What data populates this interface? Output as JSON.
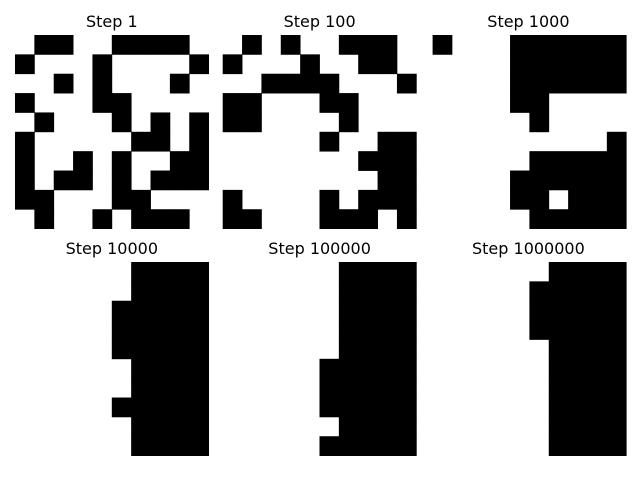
{
  "colors": {
    "filled": "#000000",
    "empty": "#ffffff",
    "background": "#ffffff"
  },
  "chart_data": [
    {
      "type": "heatmap",
      "title": "Step 1",
      "rows": 10,
      "cols": 10,
      "grid": [
        [
          0,
          1,
          1,
          0,
          0,
          1,
          1,
          1,
          1,
          0
        ],
        [
          1,
          0,
          0,
          0,
          1,
          0,
          0,
          0,
          0,
          1
        ],
        [
          0,
          0,
          1,
          0,
          1,
          0,
          0,
          0,
          1,
          0
        ],
        [
          1,
          0,
          0,
          0,
          1,
          1,
          0,
          0,
          0,
          0
        ],
        [
          0,
          1,
          0,
          0,
          0,
          1,
          0,
          1,
          0,
          1
        ],
        [
          1,
          0,
          0,
          0,
          0,
          0,
          1,
          1,
          0,
          1
        ],
        [
          1,
          0,
          0,
          1,
          0,
          1,
          0,
          0,
          1,
          1
        ],
        [
          1,
          0,
          1,
          1,
          0,
          1,
          0,
          1,
          1,
          1
        ],
        [
          1,
          1,
          0,
          0,
          0,
          1,
          1,
          0,
          0,
          0
        ],
        [
          0,
          1,
          0,
          0,
          1,
          0,
          1,
          1,
          1,
          0
        ]
      ]
    },
    {
      "type": "heatmap",
      "title": "Step 100",
      "rows": 10,
      "cols": 10,
      "grid": [
        [
          0,
          1,
          0,
          1,
          0,
          0,
          1,
          1,
          1,
          0
        ],
        [
          1,
          0,
          0,
          0,
          1,
          0,
          0,
          1,
          1,
          0
        ],
        [
          0,
          0,
          1,
          1,
          1,
          1,
          0,
          0,
          0,
          1
        ],
        [
          1,
          1,
          0,
          0,
          0,
          1,
          1,
          0,
          0,
          0
        ],
        [
          1,
          1,
          0,
          0,
          0,
          0,
          1,
          0,
          0,
          0
        ],
        [
          0,
          0,
          0,
          0,
          0,
          1,
          0,
          0,
          1,
          1
        ],
        [
          0,
          0,
          0,
          0,
          0,
          0,
          0,
          1,
          1,
          1
        ],
        [
          0,
          0,
          0,
          0,
          0,
          0,
          0,
          0,
          1,
          1
        ],
        [
          1,
          0,
          0,
          0,
          0,
          1,
          0,
          1,
          1,
          1
        ],
        [
          1,
          1,
          0,
          0,
          0,
          1,
          1,
          1,
          0,
          1
        ]
      ]
    },
    {
      "type": "heatmap",
      "title": "Step 1000",
      "rows": 10,
      "cols": 10,
      "grid": [
        [
          1,
          0,
          0,
          0,
          1,
          1,
          1,
          1,
          1,
          1
        ],
        [
          0,
          0,
          0,
          0,
          1,
          1,
          1,
          1,
          1,
          1
        ],
        [
          0,
          0,
          0,
          0,
          1,
          1,
          1,
          1,
          1,
          1
        ],
        [
          0,
          0,
          0,
          0,
          1,
          1,
          0,
          0,
          0,
          0
        ],
        [
          0,
          0,
          0,
          0,
          0,
          1,
          0,
          0,
          0,
          0
        ],
        [
          0,
          0,
          0,
          0,
          0,
          0,
          0,
          0,
          0,
          1
        ],
        [
          0,
          0,
          0,
          0,
          0,
          1,
          1,
          1,
          1,
          1
        ],
        [
          0,
          0,
          0,
          0,
          1,
          1,
          1,
          1,
          1,
          1
        ],
        [
          0,
          0,
          0,
          0,
          1,
          1,
          0,
          1,
          1,
          1
        ],
        [
          0,
          0,
          0,
          0,
          0,
          1,
          1,
          1,
          1,
          1
        ]
      ]
    },
    {
      "type": "heatmap",
      "title": "Step 10000",
      "rows": 10,
      "cols": 10,
      "grid": [
        [
          0,
          0,
          0,
          0,
          0,
          0,
          1,
          1,
          1,
          1
        ],
        [
          0,
          0,
          0,
          0,
          0,
          0,
          1,
          1,
          1,
          1
        ],
        [
          0,
          0,
          0,
          0,
          0,
          1,
          1,
          1,
          1,
          1
        ],
        [
          0,
          0,
          0,
          0,
          0,
          1,
          1,
          1,
          1,
          1
        ],
        [
          0,
          0,
          0,
          0,
          0,
          1,
          1,
          1,
          1,
          1
        ],
        [
          0,
          0,
          0,
          0,
          0,
          0,
          1,
          1,
          1,
          1
        ],
        [
          0,
          0,
          0,
          0,
          0,
          0,
          1,
          1,
          1,
          1
        ],
        [
          0,
          0,
          0,
          0,
          0,
          1,
          1,
          1,
          1,
          1
        ],
        [
          0,
          0,
          0,
          0,
          0,
          0,
          1,
          1,
          1,
          1
        ],
        [
          0,
          0,
          0,
          0,
          0,
          0,
          1,
          1,
          1,
          1
        ]
      ]
    },
    {
      "type": "heatmap",
      "title": "Step 100000",
      "rows": 10,
      "cols": 10,
      "grid": [
        [
          0,
          0,
          0,
          0,
          0,
          0,
          1,
          1,
          1,
          1
        ],
        [
          0,
          0,
          0,
          0,
          0,
          0,
          1,
          1,
          1,
          1
        ],
        [
          0,
          0,
          0,
          0,
          0,
          0,
          1,
          1,
          1,
          1
        ],
        [
          0,
          0,
          0,
          0,
          0,
          0,
          1,
          1,
          1,
          1
        ],
        [
          0,
          0,
          0,
          0,
          0,
          0,
          1,
          1,
          1,
          1
        ],
        [
          0,
          0,
          0,
          0,
          0,
          1,
          1,
          1,
          1,
          1
        ],
        [
          0,
          0,
          0,
          0,
          0,
          1,
          1,
          1,
          1,
          1
        ],
        [
          0,
          0,
          0,
          0,
          0,
          1,
          1,
          1,
          1,
          1
        ],
        [
          0,
          0,
          0,
          0,
          0,
          0,
          1,
          1,
          1,
          1
        ],
        [
          0,
          0,
          0,
          0,
          0,
          1,
          1,
          1,
          1,
          1
        ]
      ]
    },
    {
      "type": "heatmap",
      "title": "Step 1000000",
      "rows": 10,
      "cols": 10,
      "grid": [
        [
          0,
          0,
          0,
          0,
          0,
          0,
          1,
          1,
          1,
          1
        ],
        [
          0,
          0,
          0,
          0,
          0,
          1,
          1,
          1,
          1,
          1
        ],
        [
          0,
          0,
          0,
          0,
          0,
          1,
          1,
          1,
          1,
          1
        ],
        [
          0,
          0,
          0,
          0,
          0,
          1,
          1,
          1,
          1,
          1
        ],
        [
          0,
          0,
          0,
          0,
          0,
          0,
          1,
          1,
          1,
          1
        ],
        [
          0,
          0,
          0,
          0,
          0,
          0,
          1,
          1,
          1,
          1
        ],
        [
          0,
          0,
          0,
          0,
          0,
          0,
          1,
          1,
          1,
          1
        ],
        [
          0,
          0,
          0,
          0,
          0,
          0,
          1,
          1,
          1,
          1
        ],
        [
          0,
          0,
          0,
          0,
          0,
          0,
          1,
          1,
          1,
          1
        ],
        [
          0,
          0,
          0,
          0,
          0,
          0,
          1,
          1,
          1,
          1
        ]
      ]
    }
  ]
}
